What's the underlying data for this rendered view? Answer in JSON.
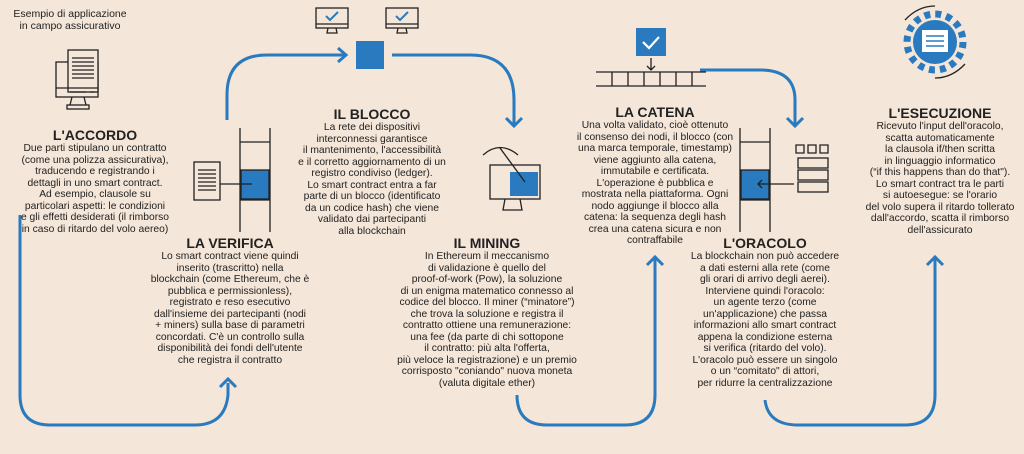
{
  "header": {
    "line1": "Esempio di applicazione",
    "line2": "in campo assicurativo"
  },
  "colors": {
    "background": "#f4e6d8",
    "accent": "#2a7abf",
    "ink": "#222222"
  },
  "steps": [
    {
      "title": "L'ACCORDO",
      "text": "Due parti stipulano un contratto\n(come una polizza assicurativa),\ntraducendo e registrando i\ndettagli in uno smart contract.\nAd esempio, clausole su\nparticolari aspetti: le condizioni\ne gli effetti desiderati (il rimborso\nin caso di ritardo del volo aereo)",
      "icon": "computer-contract-icon"
    },
    {
      "title": "LA VERIFICA",
      "text": "Lo smart contract viene quindi\ninserito (trascritto) nella\nblockchain (come Ethereum, che è\npubblica e permissionless),\nregistrato e reso esecutivo\ndall'insieme dei partecipanti (nodi\n+ miners) sulla base di parametri\nconcordati. C'è un controllo sulla\ndisponibilità dei fondi dell'utente\nche registra il contratto",
      "icon": "document-into-chain-icon"
    },
    {
      "title": "IL BLOCCO",
      "text": "La rete dei dispositivi\ninterconnessi garantisce\nil mantenimento, l'accessibilità\ne il corretto aggiornamento di un\nregistro condiviso (ledger).\nLo smart contract entra a far\nparte di un blocco (identificato\nda un codice hash) che viene\nvalidato dai partecipanti\nalla blockchain",
      "icon": "block-monitors-icon"
    },
    {
      "title": "IL MINING",
      "text": "In Ethereum il meccanismo\ndi validazione è quello del\nproof-of-work (Pow), la soluzione\ndi un enigma matematico connesso al\ncodice del blocco. Il miner (“minatore”)\nche trova la soluzione e registra il\ncontratto ottiene una remunerazione:\nuna fee (da parte di chi sottopone\nil contratto: più alta l'offerta,\npiù veloce la registrazione) e un premio\ncorrisposto \"coniando\" nuova moneta\n(valuta digitale ether)",
      "icon": "pickaxe-monitor-icon"
    },
    {
      "title": "LA CATENA",
      "text": "Una volta validato, cioè ottenuto\nil consenso dei nodi, il blocco (con\nuna marca temporale, timestamp)\nviene aggiunto alla catena,\nimmutabile e certificata.\nL'operazione è pubblica e\nmostrata nella piattaforma. Ogni\nnodo aggiunge il blocco alla\ncatena: la sequenza degli hash\ncrea una catena sicura e non\ncontraffabile",
      "icon": "chain-block-icon"
    },
    {
      "title": "L'ORACOLO",
      "text": "La blockchain non può accedere\na dati esterni alla rete (come\ngli orari di arrivo degli aerei).\nInterviene quindi l'oracolo:\nun agente terzo (come\nun'applicazione) che passa\ninformazioni allo smart contract\nappena la condizione esterna\nsi verifica (ritardo del volo).\nL'oracolo può essere un singolo\no un “comitato\" di attori,\nper ridurre la centralizzazione",
      "icon": "server-into-chain-icon"
    },
    {
      "title": "L'ESECUZIONE",
      "text": "Ricevuto l'input dell'oracolo,\nscatta automaticamente\nla clausola if/then scritta\nin linguaggio informatico\n(“if this happens than do that\").\nLo smart contract tra le parti\nsi autoesegue: se l'orario\ndel volo supera il ritardo tollerato\ndall'accordo, scatta il rimborso\ndell'assicurato",
      "icon": "gear-cycle-icon"
    }
  ]
}
